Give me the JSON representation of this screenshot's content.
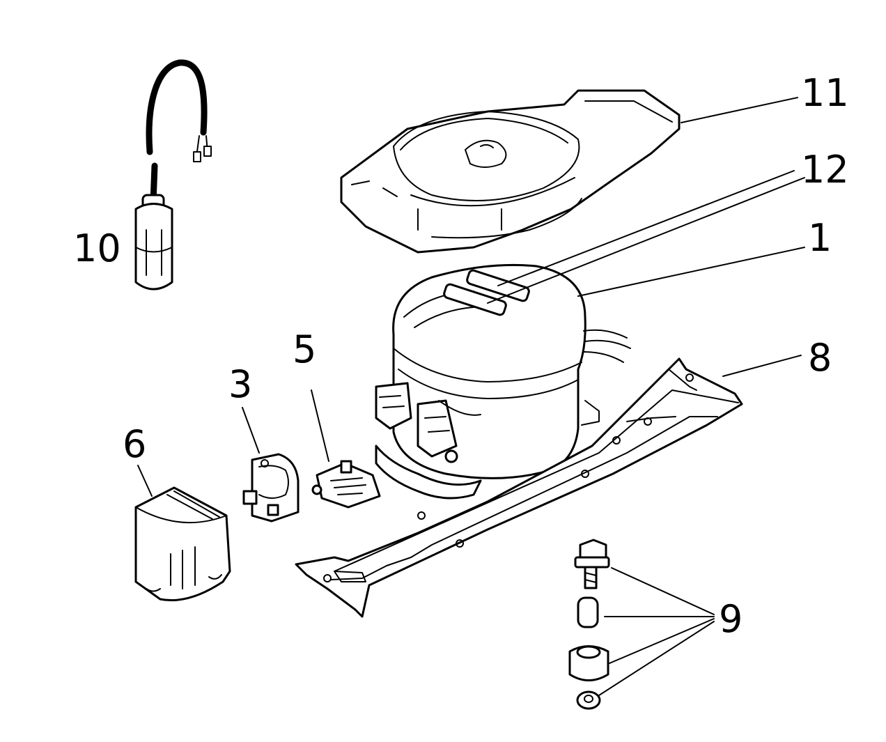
{
  "diagram": {
    "callouts": {
      "c1": "1",
      "c3": "3",
      "c5": "5",
      "c6": "6",
      "c8": "8",
      "c9": "9",
      "c10": "10",
      "c11": "11",
      "c12": "12"
    },
    "colors": {
      "ink": "#000000",
      "paper": "#ffffff"
    }
  }
}
